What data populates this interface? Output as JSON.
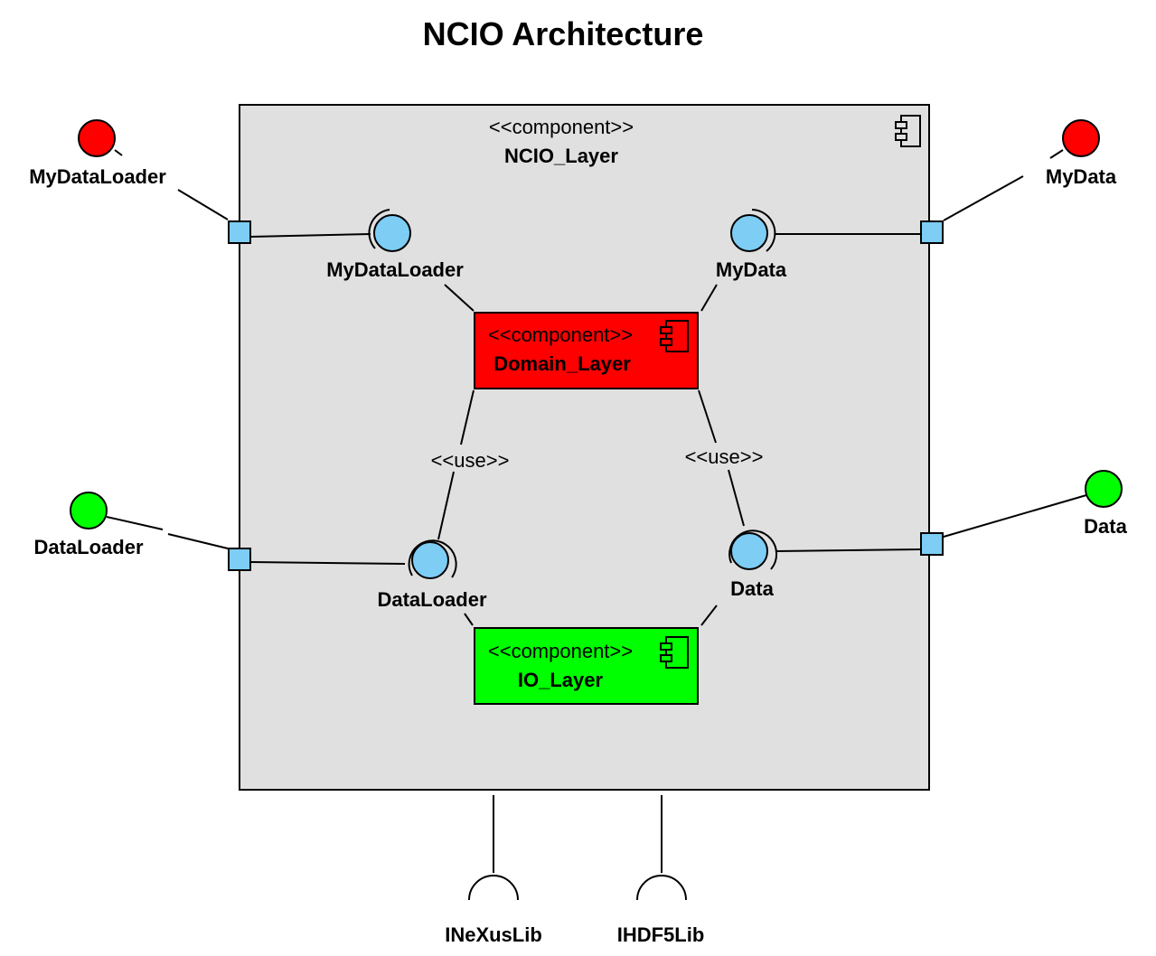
{
  "title": "NCIO Architecture",
  "outer_component": {
    "stereotype": "<<component>>",
    "name": "NCIO_Layer",
    "fill": "#e0e0e0"
  },
  "domain_component": {
    "stereotype": "<<component>>",
    "name": "Domain_Layer",
    "fill": "#ff0000"
  },
  "io_component": {
    "stereotype": "<<component>>",
    "name": "IO_Layer",
    "fill": "#00ff00"
  },
  "external_interfaces": {
    "my_data_loader": "MyDataLoader",
    "my_data": "MyData",
    "data_loader": "DataLoader",
    "data": "Data"
  },
  "internal_interfaces": {
    "my_data_loader": "MyDataLoader",
    "my_data": "MyData",
    "data_loader": "DataLoader",
    "data": "Data"
  },
  "dependencies": {
    "use_left": "<<use>>",
    "use_right": "<<use>>"
  },
  "required_interfaces": {
    "nexus": "INeXusLib",
    "hdf5": "IHDF5Lib"
  },
  "colors": {
    "red": "#ff0000",
    "green": "#00ff00",
    "port": "#7dcdf5",
    "internal_interface": "#7dcdf5"
  }
}
